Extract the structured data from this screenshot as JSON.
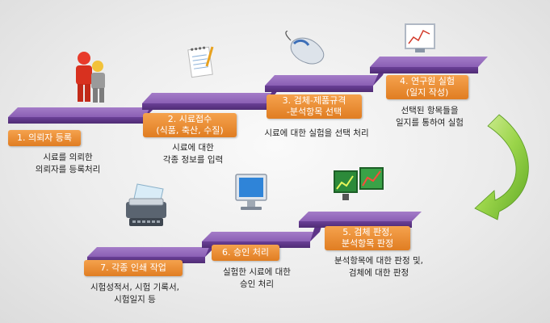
{
  "steps": [
    {
      "label": "1. 의뢰자 등록",
      "desc": [
        "시료를 의뢰한",
        "의뢰자를 등록처리"
      ]
    },
    {
      "label": [
        "2. 시료접수",
        "(식품, 축산, 수질)"
      ],
      "desc": [
        "시료에 대한",
        "각종 정보를 입력"
      ]
    },
    {
      "label": [
        "3. 검체-제품규격",
        "-분석항목 선택"
      ],
      "desc": [
        "시료에 대한 실험을 선택 처리"
      ]
    },
    {
      "label": [
        "4. 연구원 실험",
        "(일지 작성)"
      ],
      "desc": [
        "선택된 항목들을",
        "일지를 통하여 실험"
      ]
    },
    {
      "label": [
        "5. 검체 판정,",
        "분석항목 판정"
      ],
      "desc": [
        "분석항목에 대한 판정 및,",
        "검체에 대한 판정"
      ]
    },
    {
      "label": "6. 승인 처리",
      "desc": [
        "실험한 시료에 대한",
        "승인 처리"
      ]
    },
    {
      "label": "7. 각종 인쇄 작업",
      "desc": [
        "시험성적서, 시험 기록서,",
        "시험일지 등"
      ]
    }
  ],
  "icons": [
    "people-icon",
    "notepad-icon",
    "mouse-icon",
    "chart-screen-icon",
    "chart-monitors-icon",
    "lcd-monitor-icon",
    "printer-icon"
  ],
  "colors": {
    "step_orange": "#e8872e",
    "stair_purple": "#7b4fa6",
    "arrow_green": "#7cc132"
  }
}
